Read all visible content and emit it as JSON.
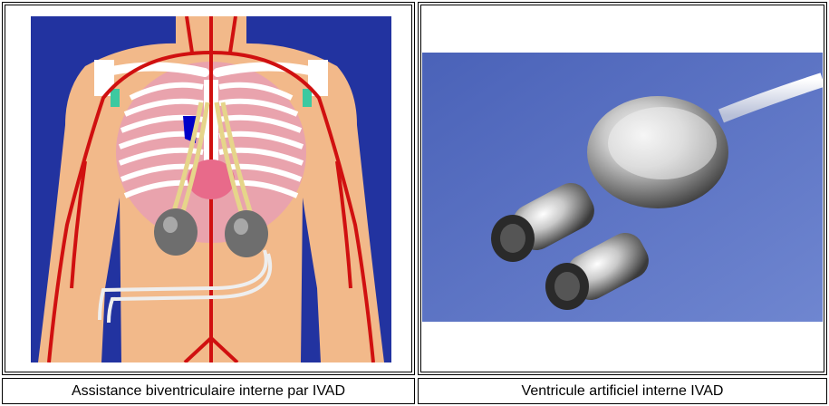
{
  "table": {
    "left_image": {
      "alt": "biventricular-assist-illustration"
    },
    "right_image": {
      "alt": "ivad-device-photo"
    },
    "captions": [
      "Assistance biventriculaire interne par IVAD",
      "Ventricule artificiel interne IVAD"
    ]
  },
  "colors": {
    "illustration_bg": "#2233a0",
    "skin": "#f2b98a",
    "artery": "#d01010",
    "bone": "#ffffff",
    "lung": "#e8a0a8",
    "pump": "#6e6e6e",
    "photo_bg": "#4a62b8",
    "metal": "#c9c9c9"
  }
}
